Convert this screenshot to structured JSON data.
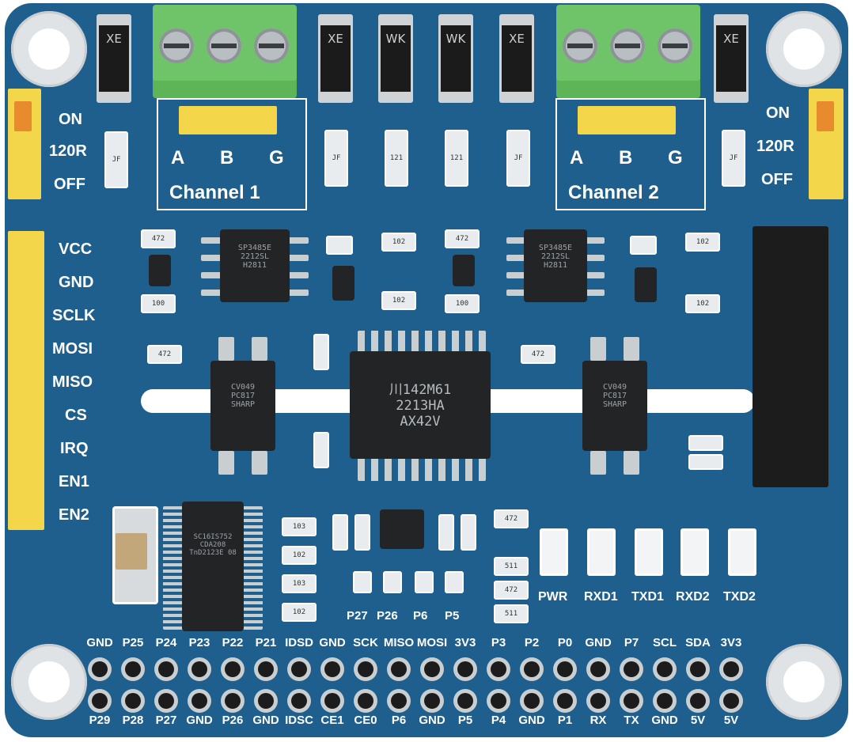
{
  "board": {
    "colors": {
      "pcb": "#1f5f8e",
      "silk": "#ffffff",
      "header": "#f3d64a",
      "terminal": "#6fc46a"
    },
    "tvs_markings": [
      "XE",
      "XE",
      "WK",
      "WK",
      "XE",
      "XE"
    ],
    "left_jumper": [
      "ON",
      "120R",
      "OFF"
    ],
    "right_jumper": [
      "ON",
      "120R",
      "OFF"
    ],
    "channel1": {
      "pins": [
        "A",
        "B",
        "G"
      ],
      "title": "Channel 1"
    },
    "channel2": {
      "pins": [
        "A",
        "B",
        "G"
      ],
      "title": "Channel 2"
    },
    "side_header": [
      "VCC",
      "GND",
      "SCLK",
      "MOSI",
      "MISO",
      "CS",
      "IRQ",
      "EN1",
      "EN2"
    ],
    "chips": {
      "transceiver1": [
        "SP3485E",
        "2212SL",
        "H2811"
      ],
      "transceiver2": [
        "SP3485E",
        "2212SL",
        "H2811"
      ],
      "isolator": [
        "川142M61",
        "2213HA",
        "AX42V"
      ],
      "opto1": [
        "CV049",
        "PC817",
        "SHARP"
      ],
      "opto2": [
        "CV049",
        "PC817",
        "SHARP"
      ],
      "uart": [
        "SC16IS752",
        "CDA208",
        "TnD2123E 08"
      ]
    },
    "smd_labels": [
      "472",
      "100",
      "102",
      "102",
      "472",
      "100",
      "102",
      "102",
      "472",
      "472",
      "103",
      "102",
      "103",
      "102",
      "472",
      "511",
      "472",
      "511",
      "121",
      "121",
      "JF",
      "JF",
      "JF",
      "JF"
    ],
    "test_points": [
      "P27",
      "P26",
      "P6",
      "P5"
    ],
    "leds": [
      "PWR",
      "RXD1",
      "TXD1",
      "RXD2",
      "TXD2"
    ],
    "gpio_top": [
      "GND",
      "P25",
      "P24",
      "P23",
      "P22",
      "P21",
      "IDSD",
      "GND",
      "SCK",
      "MISO",
      "MOSI",
      "3V3",
      "P3",
      "P2",
      "P0",
      "GND",
      "P7",
      "SCL",
      "SDA",
      "3V3"
    ],
    "gpio_bottom": [
      "P29",
      "P28",
      "P27",
      "GND",
      "P26",
      "GND",
      "IDSC",
      "CE1",
      "CE0",
      "P6",
      "GND",
      "P5",
      "P4",
      "GND",
      "P1",
      "RX",
      "TX",
      "GND",
      "5V",
      "5V"
    ]
  }
}
